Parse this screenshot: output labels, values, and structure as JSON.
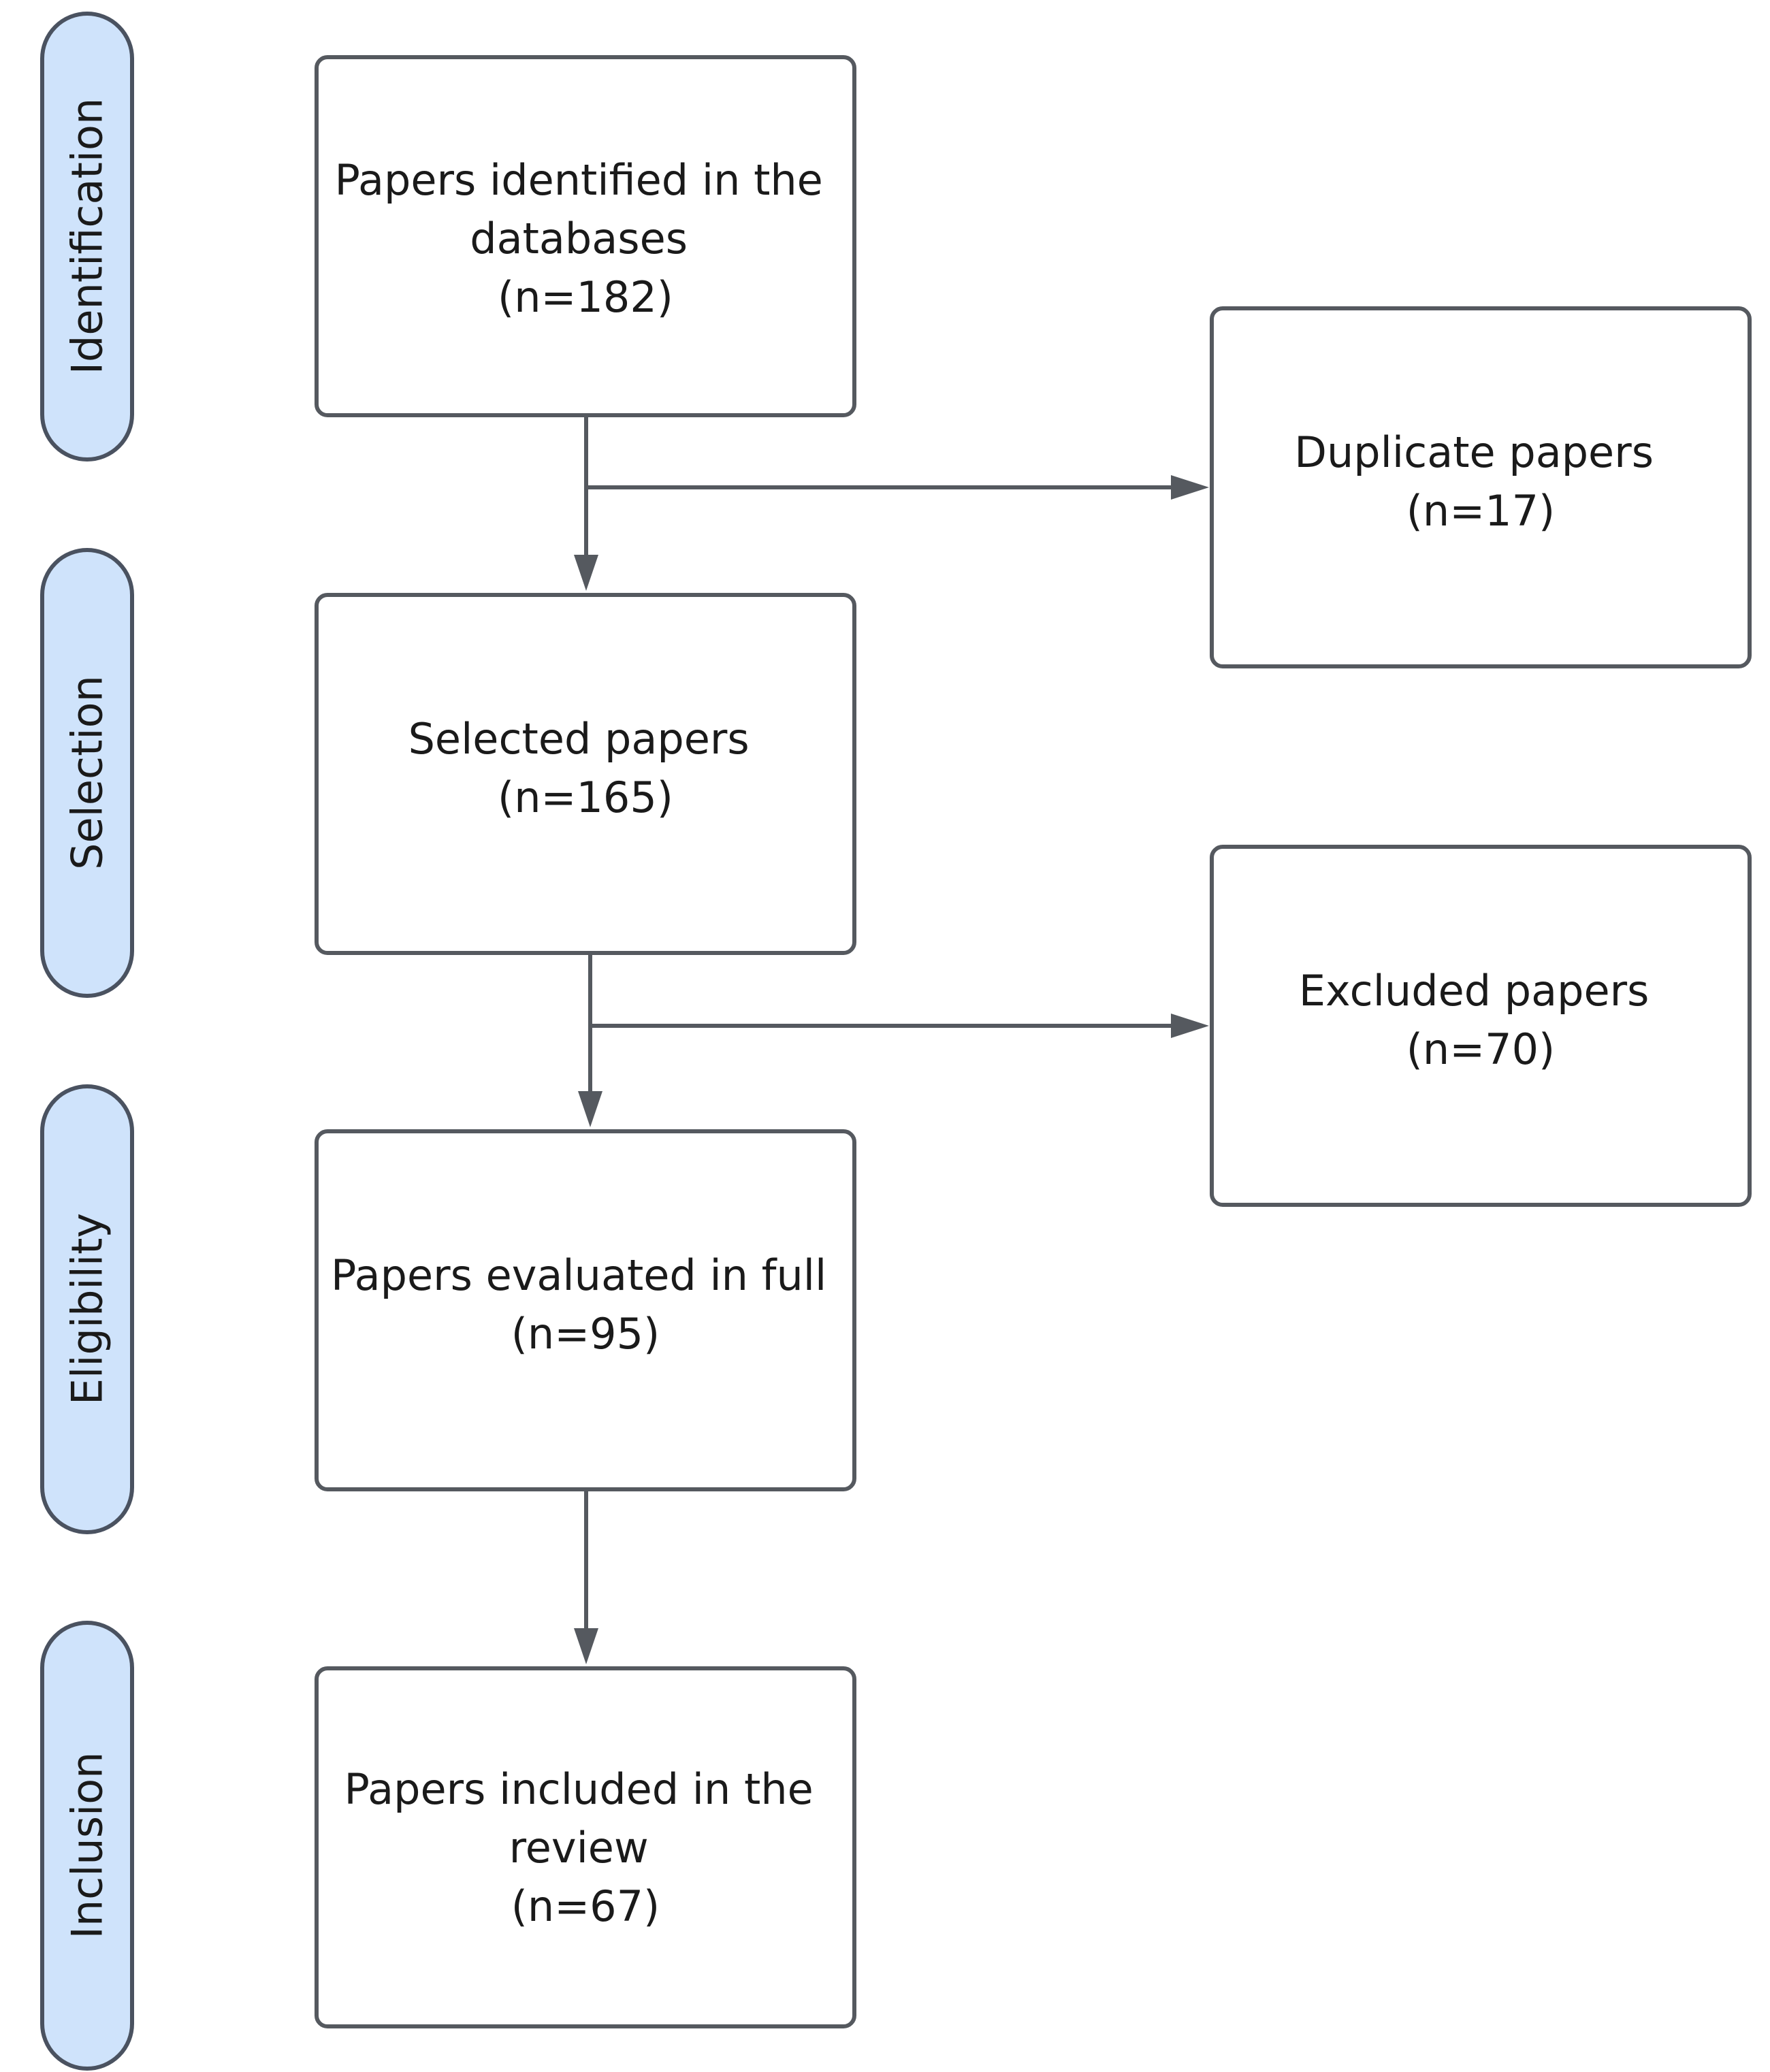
{
  "stages": [
    {
      "id": "identification",
      "label": "Identification"
    },
    {
      "id": "selection",
      "label": "Selection"
    },
    {
      "id": "eligibility",
      "label": "Eligibility"
    },
    {
      "id": "inclusion",
      "label": "Inclusion"
    }
  ],
  "boxes": {
    "identified": {
      "lines": [
        "Papers identified in the",
        "databases",
        "(n=182)"
      ]
    },
    "duplicates": {
      "lines": [
        "Duplicate papers",
        "(n=17)"
      ]
    },
    "selected": {
      "lines": [
        "Selected papers",
        "(n=165)"
      ]
    },
    "excluded": {
      "lines": [
        "Excluded papers",
        "(n=70)"
      ]
    },
    "evaluated": {
      "lines": [
        "Papers evaluated in full",
        "(n=95)"
      ]
    },
    "included": {
      "lines": [
        "Papers included in the",
        "review",
        "(n=67)"
      ]
    }
  },
  "colors": {
    "stage_fill": "#cfe3fb",
    "stroke": "#55595f"
  }
}
